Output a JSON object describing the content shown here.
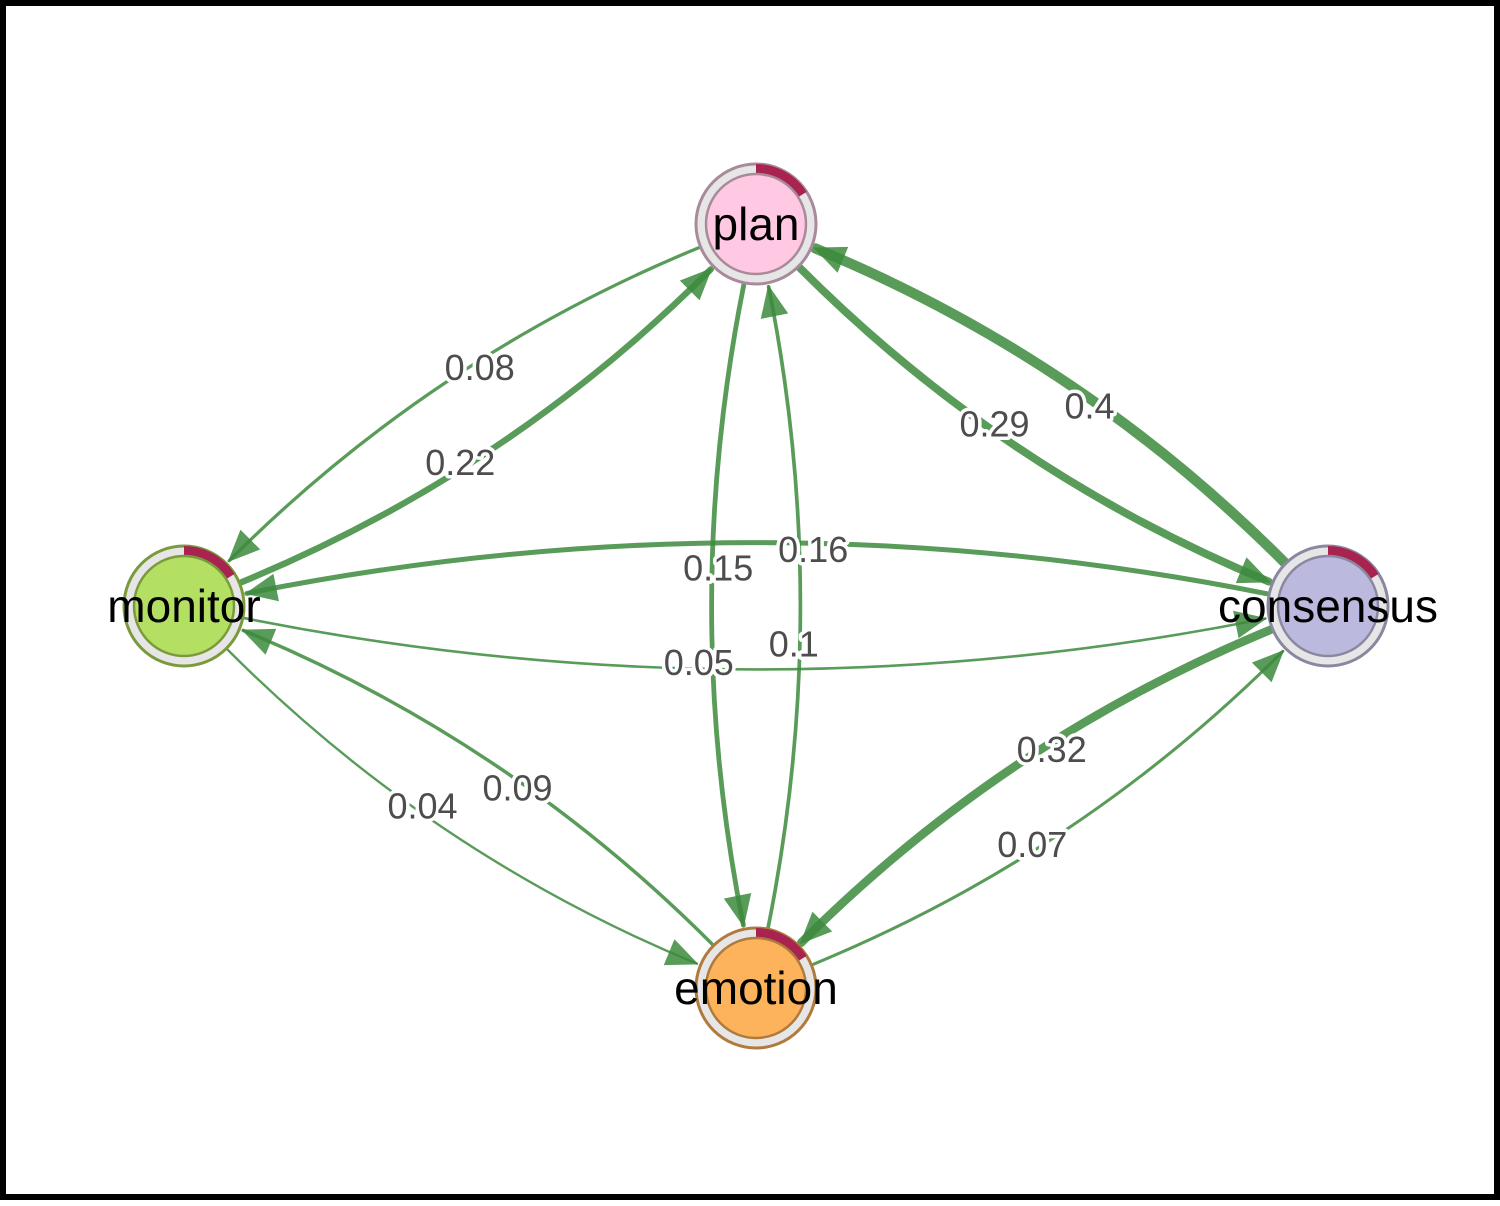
{
  "colors": {
    "edge": "#3c8a3c",
    "pie_accent": "#a8234f",
    "ring": "#e6e6e6",
    "label": "#4d4d4d"
  },
  "nodes": [
    {
      "id": "plan",
      "label": "plan",
      "fill": "#ffc9e4",
      "border": "#a88a9a",
      "pie": 0.16
    },
    {
      "id": "monitor",
      "label": "monitor",
      "fill": "#b3df63",
      "border": "#7a9a3c",
      "pie": 0.16
    },
    {
      "id": "consensus",
      "label": "consensus",
      "fill": "#bbb9dd",
      "border": "#8a88a0",
      "pie": 0.16
    },
    {
      "id": "emotion",
      "label": "emotion",
      "fill": "#fdb35b",
      "border": "#b07a3c",
      "pie": 0.16
    }
  ],
  "edges": [
    {
      "from": "monitor",
      "to": "plan",
      "weight": 0.22,
      "label": "0.22"
    },
    {
      "from": "plan",
      "to": "monitor",
      "weight": 0.08,
      "label": "0.08"
    },
    {
      "from": "consensus",
      "to": "plan",
      "weight": 0.4,
      "label": "0.4"
    },
    {
      "from": "plan",
      "to": "consensus",
      "weight": 0.29,
      "label": "0.29"
    },
    {
      "from": "consensus",
      "to": "monitor",
      "weight": 0.16,
      "label": "0.16"
    },
    {
      "from": "monitor",
      "to": "consensus",
      "weight": 0.05,
      "label": "0.05"
    },
    {
      "from": "emotion",
      "to": "plan",
      "weight": 0.1,
      "label": "0.1"
    },
    {
      "from": "plan",
      "to": "emotion",
      "weight": 0.15,
      "label": "0.15"
    },
    {
      "from": "emotion",
      "to": "monitor",
      "weight": 0.09,
      "label": "0.09"
    },
    {
      "from": "monitor",
      "to": "emotion",
      "weight": 0.04,
      "label": "0.04"
    },
    {
      "from": "consensus",
      "to": "emotion",
      "weight": 0.32,
      "label": "0.32"
    },
    {
      "from": "emotion",
      "to": "consensus",
      "weight": 0.07,
      "label": "0.07"
    }
  ]
}
